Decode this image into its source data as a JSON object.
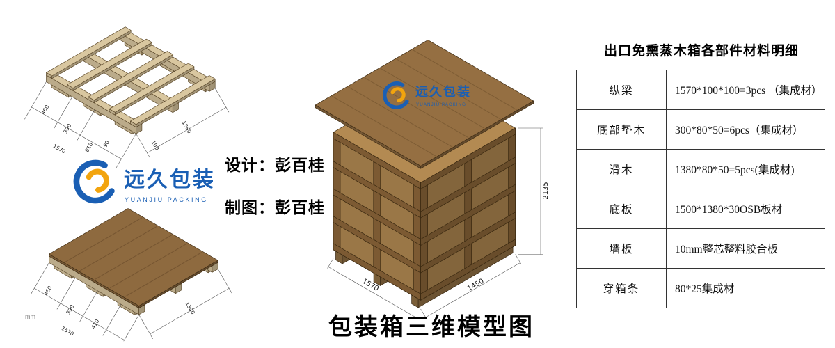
{
  "page": {
    "title_caption": "包装箱三维模型图",
    "unit_note": "mm"
  },
  "credits": {
    "design": "设计：彭百桂",
    "draft": "制图：彭百桂"
  },
  "logo": {
    "name_cn": "远久包装",
    "name_en": "YUANJIU PACKING"
  },
  "table": {
    "title": "出口免熏蒸木箱各部件材料明细",
    "rows": [
      {
        "part": "纵梁",
        "spec": "1570*100*100=3pcs （集成材）"
      },
      {
        "part": "底部垫木",
        "spec": "300*80*50=6pcs（集成材）"
      },
      {
        "part": "滑木",
        "spec": "1380*80*50=5pcs(集成材)"
      },
      {
        "part": "底板",
        "spec": "1500*1380*30OSB板材"
      },
      {
        "part": "墙板",
        "spec": "10mm整芯整料胶合板"
      },
      {
        "part": "穿箱条",
        "spec": "80*25集成材"
      }
    ]
  },
  "crate_dims": {
    "height": "2135",
    "width": "1450",
    "depth": "1570"
  },
  "pallet_frame_dims": {
    "left": [
      "460",
      "390",
      "810"
    ],
    "left_total": "1570",
    "right": [
      "1380",
      "100"
    ],
    "extra": "90"
  },
  "pallet_deck_dims": {
    "left": [
      "460",
      "390",
      "410"
    ],
    "left_total": "1570",
    "right": [
      "1380"
    ]
  },
  "colors": {
    "logo_blue": "#1a5fb4",
    "logo_yellow": "#f2a40e",
    "panel_wood": "#9a7747",
    "frame_wood": "#7c5a33",
    "pallet_wood": "#d9c7a0",
    "deck_wood": "#8e6a3f"
  }
}
